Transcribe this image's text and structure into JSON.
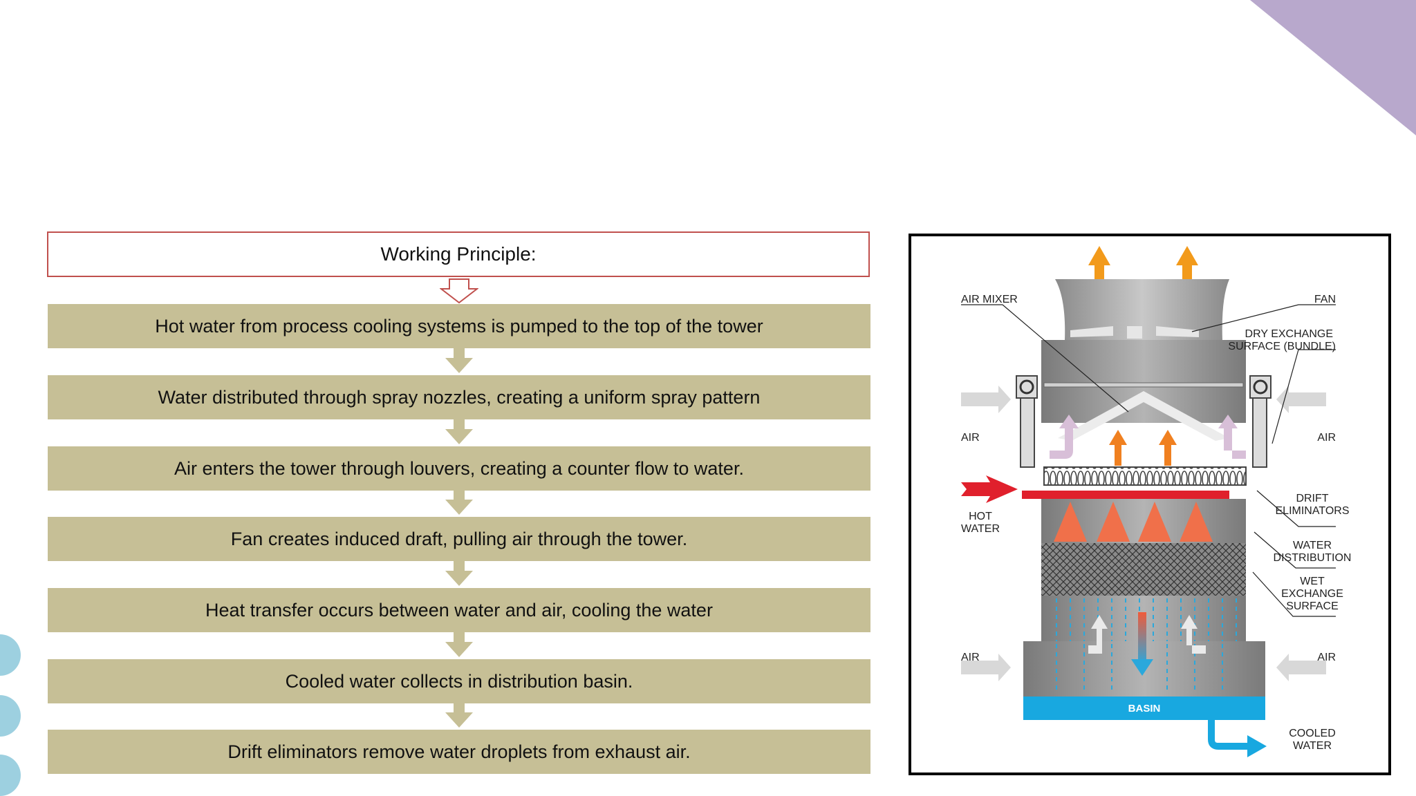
{
  "header": {
    "title": "Working Principle:"
  },
  "steps": [
    "Hot water from process cooling systems is pumped to the top of the tower",
    "Water distributed through spray nozzles, creating a uniform spray pattern",
    "Air enters the tower through louvers, creating a counter flow to water.",
    "Fan creates induced draft, pulling air through the tower.",
    "Heat transfer occurs between water and air, cooling the water",
    "Cooled water collects in distribution basin.",
    "Drift eliminators remove water droplets from exhaust air."
  ],
  "diagram": {
    "labels": {
      "air_mixer": "AIR MIXER",
      "fan": "FAN",
      "dry_exchange_1": "DRY EXCHANGE",
      "dry_exchange_2": "SURFACE (BUNDLE)",
      "air_left_top": "AIR",
      "air_right_top": "AIR",
      "hot_water_1": "HOT",
      "hot_water_2": "WATER",
      "drift_1": "DRIFT",
      "drift_2": "ELIMINATORS",
      "water_dist_1": "WATER",
      "water_dist_2": "DISTRIBUTION",
      "wet_1": "WET",
      "wet_2": "EXCHANGE",
      "wet_3": "SURFACE",
      "air_left_bottom": "AIR",
      "air_right_bottom": "AIR",
      "basin": "BASIN",
      "cooled_1": "COOLED",
      "cooled_2": "WATER"
    }
  },
  "colors": {
    "step_fill": "#c6bf96",
    "header_border": "#c0504d",
    "corner": "#b8a8cc",
    "circles": "#9dd0e0",
    "hot": "#e0202c",
    "cold": "#2aa8dc",
    "exhaust": "#f29a1b"
  }
}
